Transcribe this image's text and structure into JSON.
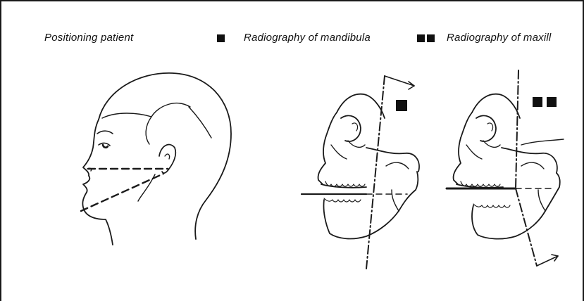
{
  "legend": {
    "positioning_label": "Positioning patient",
    "mandibula_label": "Radiography of mandibula",
    "maxilla_label": "Radiography of maxill",
    "marker_single": "■",
    "marker_double": "■■"
  },
  "figures": {
    "head_profile": "head-profile",
    "skull_mandibula": "skull-mandibula",
    "skull_maxilla": "skull-maxilla"
  }
}
